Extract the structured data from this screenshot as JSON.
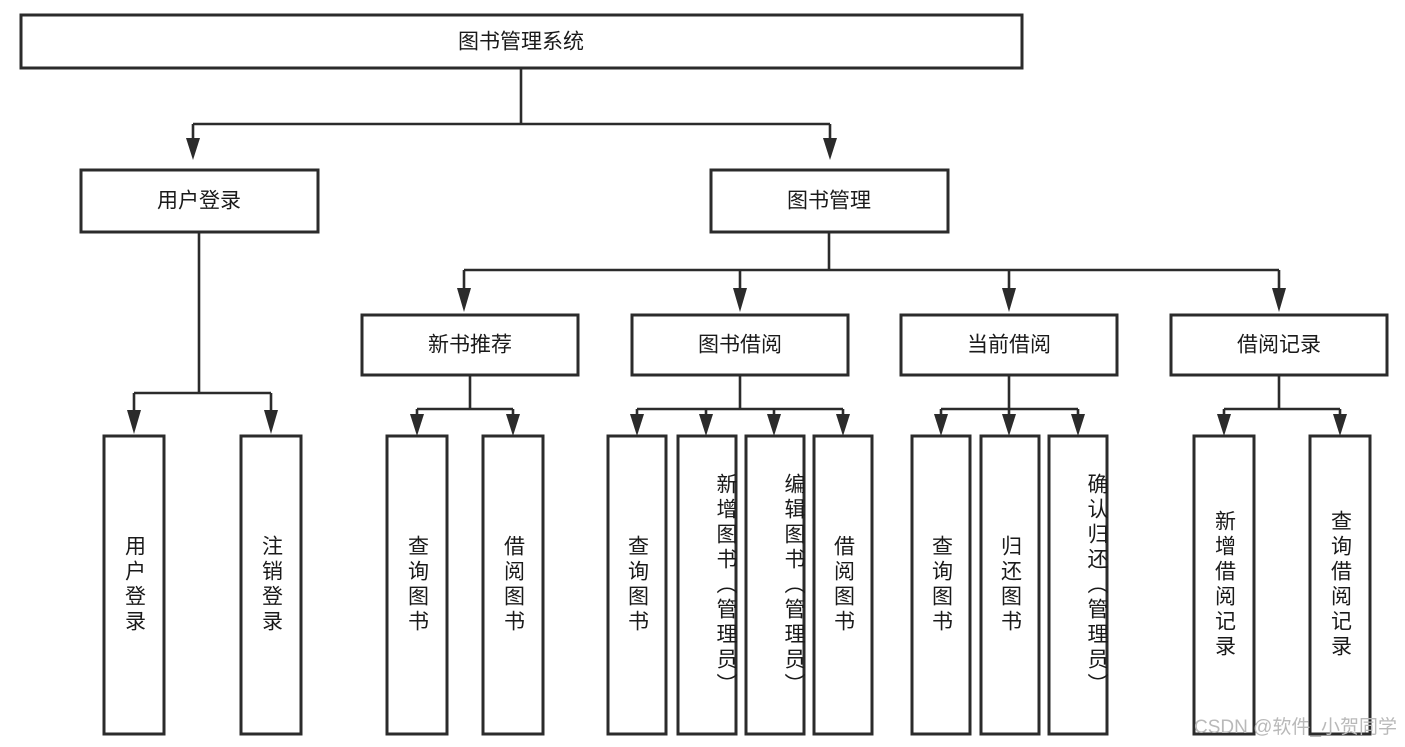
{
  "diagram": {
    "title": "图书管理系统",
    "type": "hierarchy-tree",
    "watermark": "CSDN @软件_小贺同学",
    "colors": {
      "stroke": "#2b2b2b",
      "fill": "#ffffff",
      "text": "#1a1a1a",
      "watermark": "#b9b9b9"
    },
    "nodes": {
      "root": "图书管理系统",
      "level2": [
        "用户登录",
        "图书管理"
      ],
      "level3": [
        "新书推荐",
        "图书借阅",
        "当前借阅",
        "借阅记录"
      ],
      "leaves_user_login": [
        "用户登录",
        "注销登录"
      ],
      "leaves_new_book": [
        "查询图书",
        "借阅图书"
      ],
      "leaves_borrow": [
        "查询图书",
        "新增图书（管理员）",
        "编辑图书（管理员）",
        "借阅图书"
      ],
      "leaves_current": [
        "查询图书",
        "归还图书",
        "确认归还（管理员）"
      ],
      "leaves_records": [
        "新增借阅记录",
        "查询借阅记录"
      ]
    }
  }
}
